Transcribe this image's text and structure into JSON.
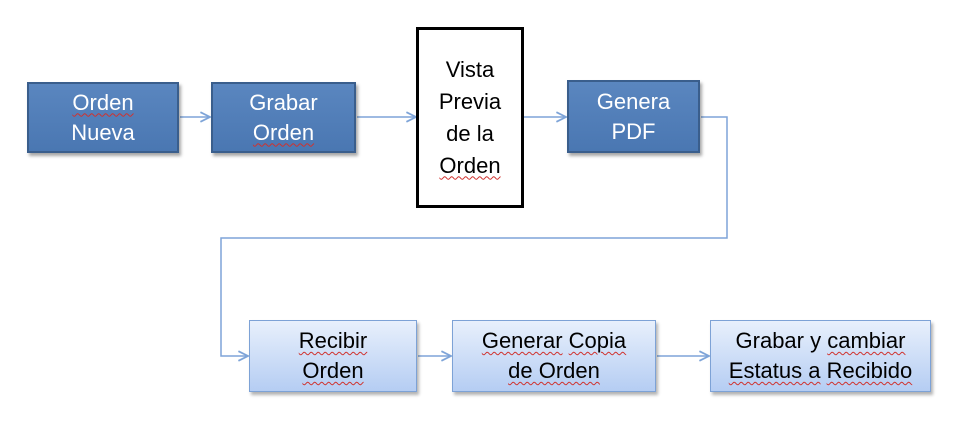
{
  "nodes": {
    "orden_nueva": {
      "line1": "Orden",
      "line2": "Nueva"
    },
    "grabar_orden": {
      "line1": "Grabar",
      "line2": "Orden"
    },
    "vista_previa": {
      "line1": "Vista",
      "line2": "Previa",
      "line3": "de la",
      "line4": "Orden"
    },
    "genera_pdf": {
      "line1": "Genera",
      "line2": "PDF"
    },
    "recibir_orden": {
      "line1": "Recibir",
      "line2": "Orden"
    },
    "generar_copia": {
      "line1_a": "Generar",
      "line1_b": "Copia",
      "line2": "de Orden"
    },
    "grabar_cambiar": {
      "line1_a": "Grabar y",
      "line1_b": "cambiar",
      "line2_a": "Estatus a",
      "line2_b": "Recibido"
    }
  },
  "colors": {
    "connector": "#7ea4d8",
    "dark_box": "#4a77b2",
    "light_box": "#c9dbf6"
  }
}
